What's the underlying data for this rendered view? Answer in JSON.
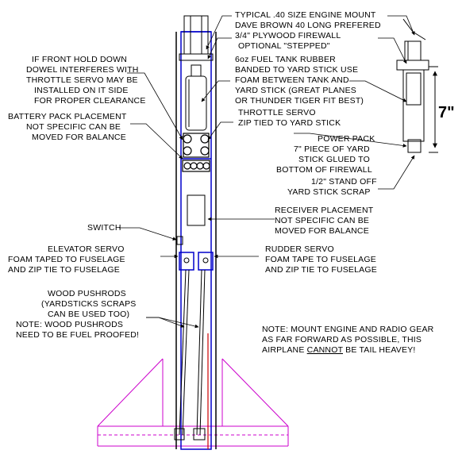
{
  "labels": {
    "engine_mount_1": "TYPICAL .40 SIZE ENGINE MOUNT",
    "engine_mount_2": "DAVE BROWN 40 LONG PREFERED",
    "firewall_1": "3/4\" PLYWOOD FIREWALL",
    "firewall_2": "OPTIONAL \"STEPPED\"",
    "tank_1": "6oz FUEL TANK RUBBER",
    "tank_2": "BANDED TO YARD STICK USE",
    "tank_3": "FOAM BETWEEN TANK AND",
    "tank_4": "YARD STICK (GREAT PLANES",
    "tank_5": "OR THUNDER TIGER FIT BEST)",
    "throttle_1": "THROTTLE SERVO",
    "throttle_2": "ZIP TIED TO YARD STICK",
    "dowel_1": "IF FRONT HOLD DOWN",
    "dowel_2": "DOWEL INTERFERES WITH",
    "dowel_3": "THROTTLE SERVO MAY BE",
    "dowel_4": "INSTALLED ON IT SIDE",
    "dowel_5": "FOR PROPER CLEARANCE",
    "battery_1": "BATTERY PACK PLACEMENT",
    "battery_2": "NOT SPECIFIC CAN BE",
    "battery_3": "MOVED FOR BALANCE",
    "power_1": "POWER PACK",
    "power_2": "7\" PIECE OF YARD",
    "power_3": "STICK GLUED TO",
    "power_4": "BOTTOM OF FIREWALL",
    "standoff_1": "1/2\" STAND OFF",
    "standoff_2": "YARD STICK SCRAP",
    "dimension": "7\"",
    "receiver_1": "RECEIVER PLACEMENT",
    "receiver_2": "NOT SPECIFIC CAN BE",
    "receiver_3": "MOVED FOR BALANCE",
    "switch": "SWITCH",
    "elevator_1": "ELEVATOR SERVO",
    "elevator_2": "FOAM TAPED TO FUSELAGE",
    "elevator_3": "AND ZIP TIE TO FUSELAGE",
    "rudder_1": "RUDDER SERVO",
    "rudder_2": "FOAM TAPE TO FUSELAGE",
    "rudder_3": "AND ZIP TIE TO FUSELAGE",
    "pushrod_1": "WOOD PUSHRODS",
    "pushrod_2": "(YARDSTICKS SCRAPS",
    "pushrod_3": "CAN BE USED TOO)",
    "pushrod_4": "NOTE: WOOD PUSHRODS",
    "pushrod_5": "NEED TO BE FUEL PROOFED!",
    "note_1": "NOTE: MOUNT ENGINE AND RADIO GEAR",
    "note_2": "AS FAR FORWARD AS POSSIBLE, THIS",
    "note_3_pre": "AIRPLANE ",
    "note_3_em": "CANNOT",
    "note_3_post": " BE TAIL HEAVEY!"
  },
  "colors": {
    "fuselage": "#0000cc",
    "leader": "#000000",
    "tail": "#cc00cc",
    "rudder_line": "#cc0000"
  }
}
